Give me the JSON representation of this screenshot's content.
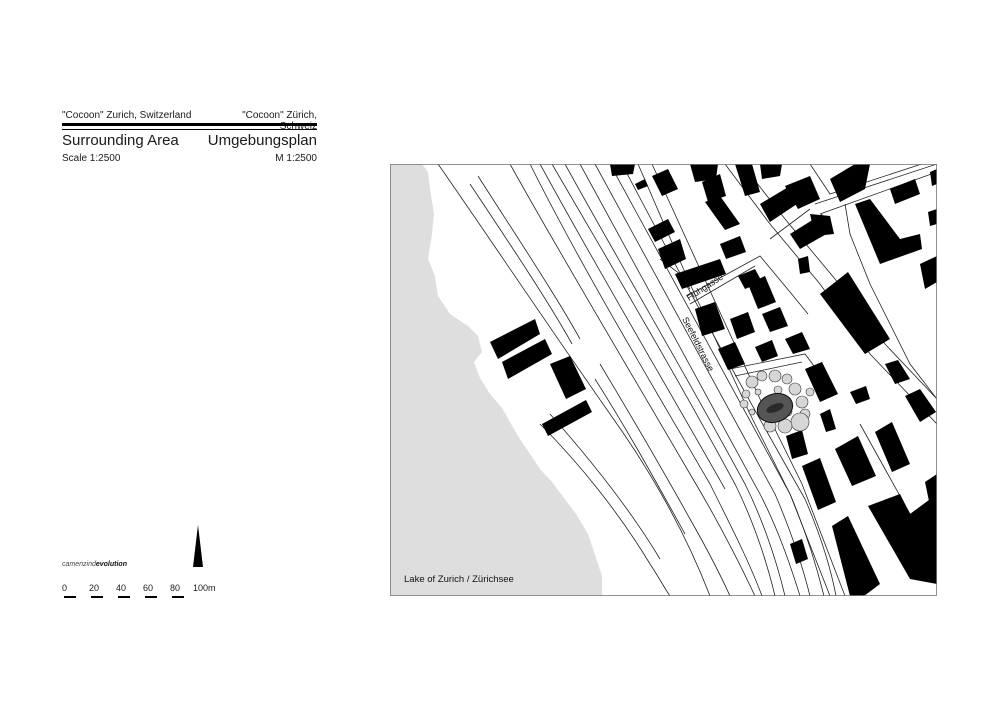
{
  "header": {
    "title_en": "\"Cocoon\" Zurich, Switzerland",
    "title_de": "\"Cocoon\" Zürich, Schweiz",
    "subtitle_en": "Surrounding Area",
    "subtitle_de": "Umgebungsplan",
    "scale_en": "Scale 1:2500",
    "scale_de": "M 1:2500"
  },
  "logo": {
    "prefix": "camenzind",
    "suffix": "evolution"
  },
  "scale_bar": {
    "labels": [
      "0",
      "20",
      "40",
      "60",
      "80",
      "100m"
    ]
  },
  "map": {
    "lake_label": "Lake of Zurich / Zürichsee",
    "street_labels": [
      "Flühgasse",
      "Seefeldstrasse"
    ],
    "colors": {
      "lake": "#dedede",
      "building": "#000000",
      "cocoon": "#555555",
      "tree": "#d6d6d6"
    }
  }
}
